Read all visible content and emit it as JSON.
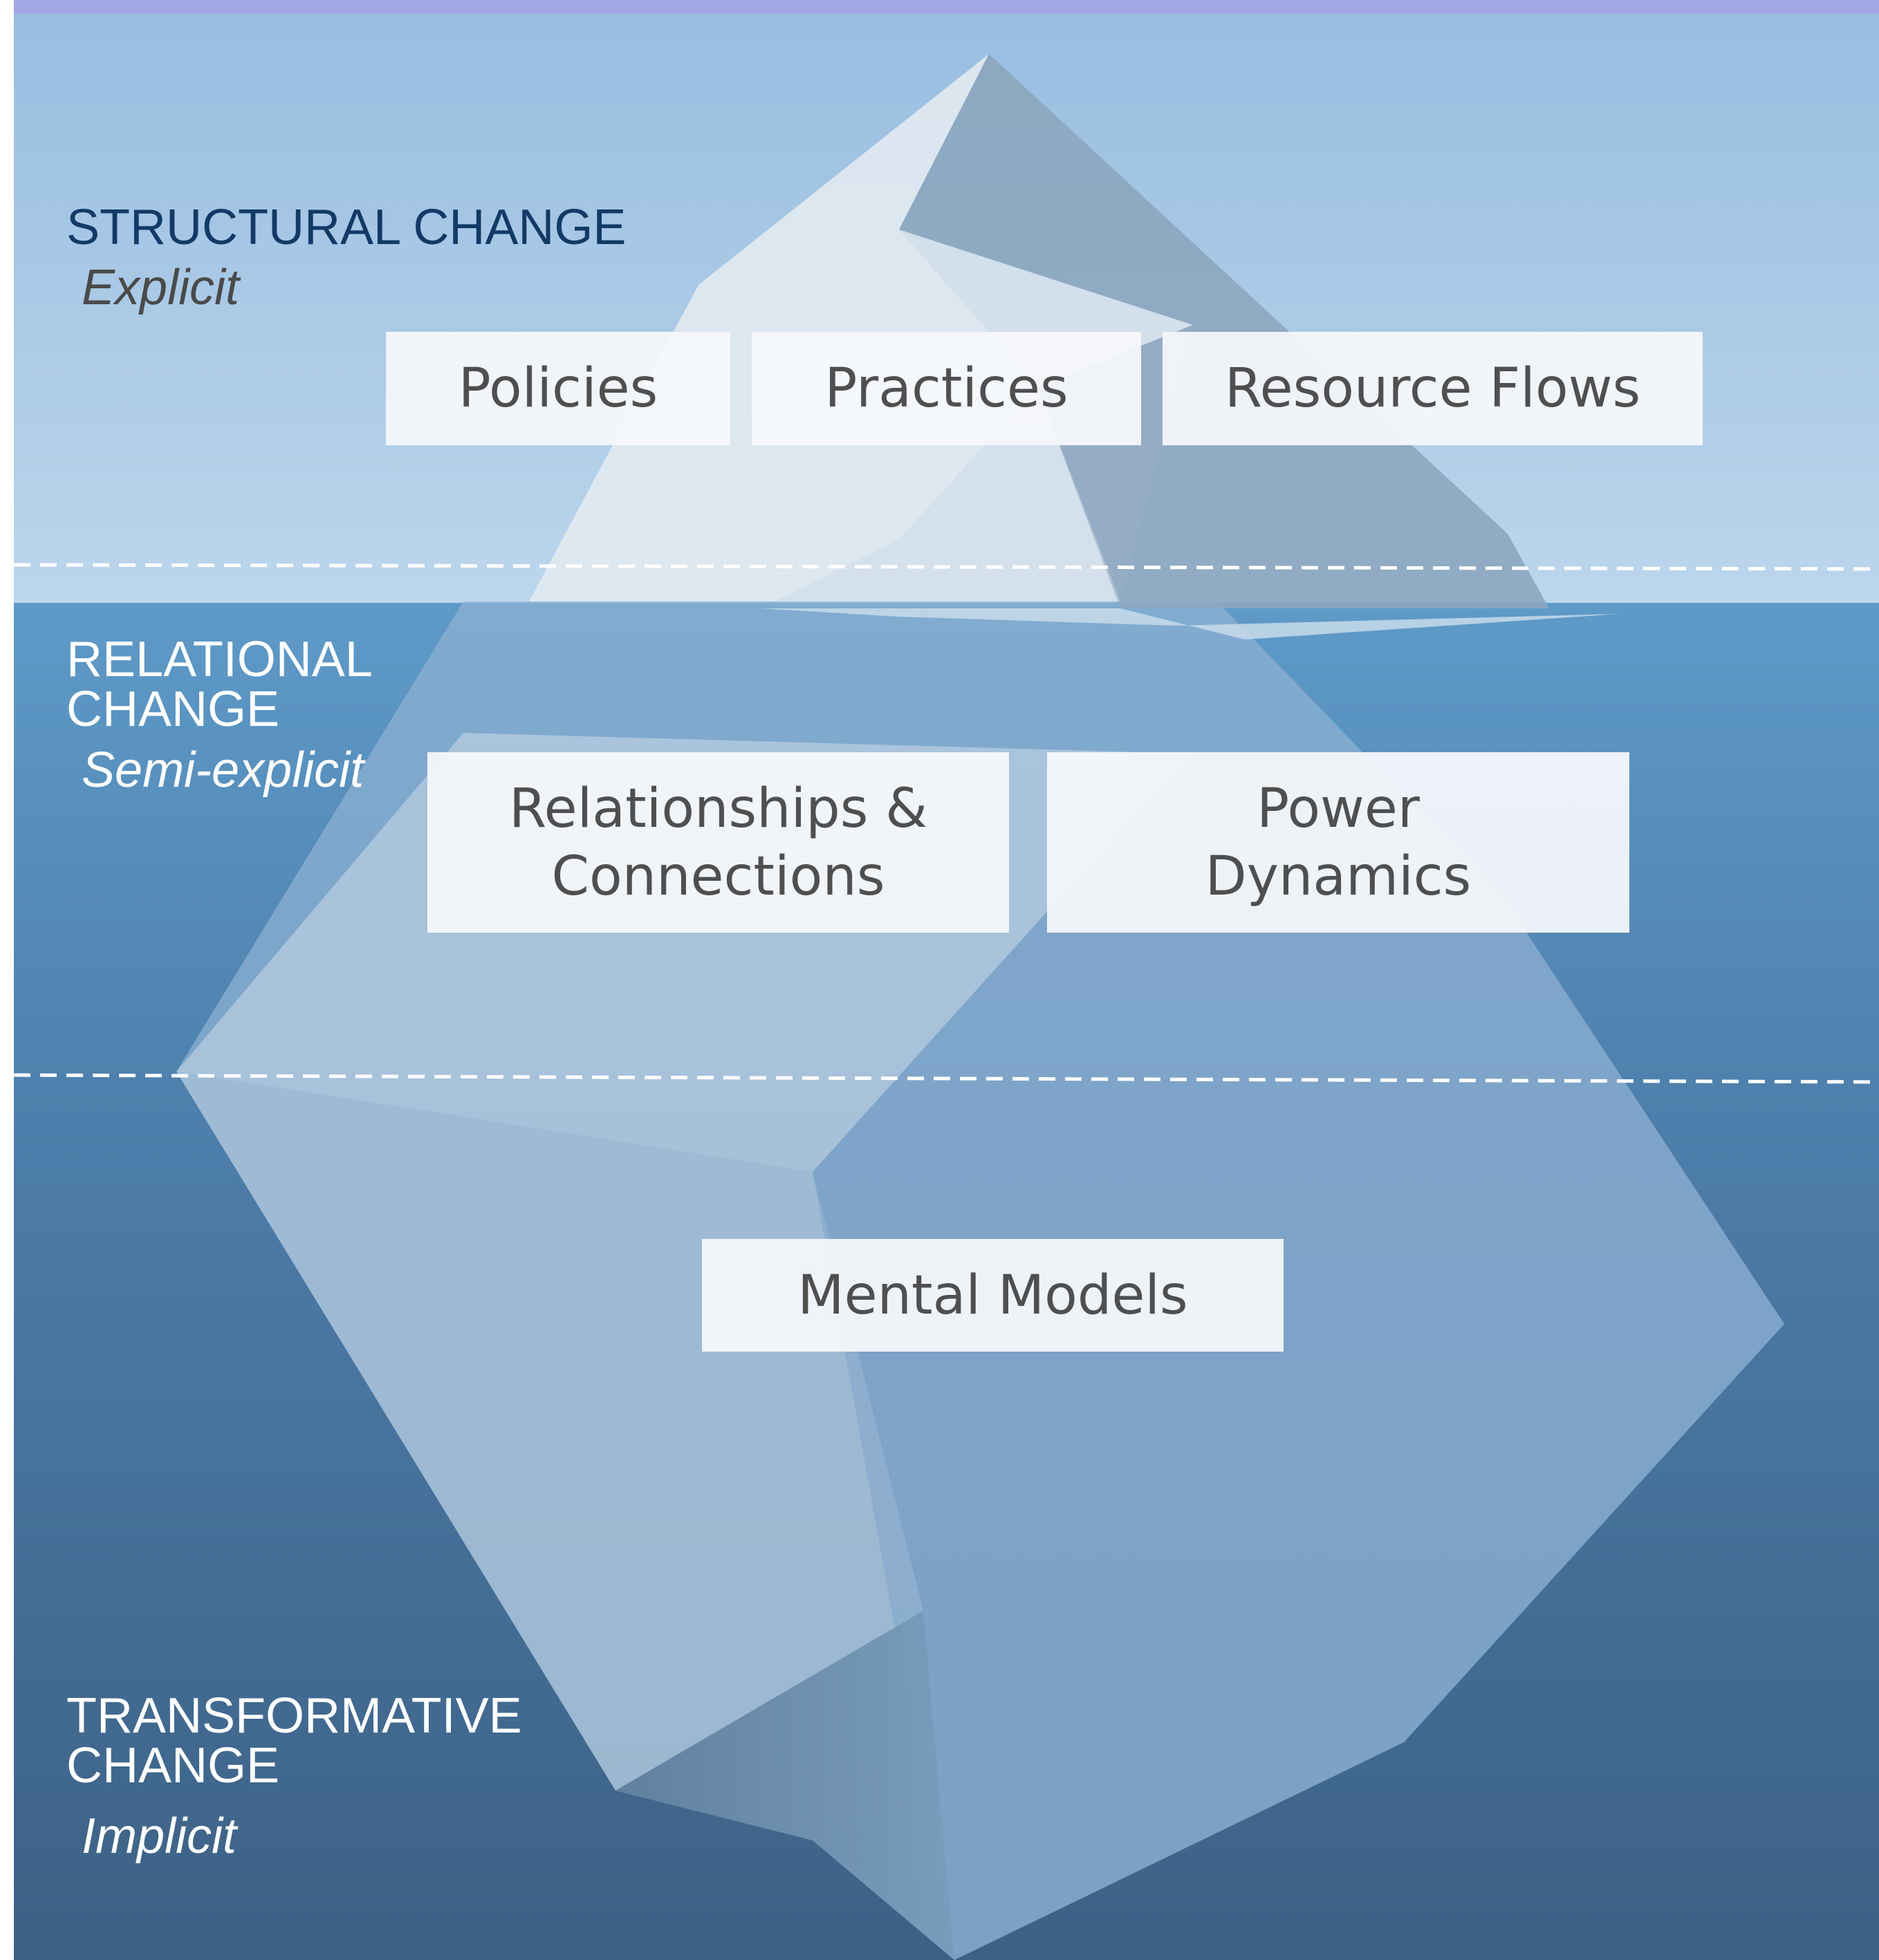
{
  "levels": [
    {
      "title": "STRUCTURAL CHANGE",
      "subtitle": "Explicit",
      "title_color": "#123a66",
      "subtitle_color": "#4a4a4a"
    },
    {
      "title": "RELATIONAL\nCHANGE",
      "subtitle": "Semi-explicit",
      "title_color": "#ffffff",
      "subtitle_color": "#ffffff"
    },
    {
      "title": "TRANSFORMATIVE\nCHANGE",
      "subtitle": "Implicit",
      "title_color": "#ffffff",
      "subtitle_color": "#ffffff"
    }
  ],
  "structural_items": {
    "policies": "Policies",
    "practices": "Practices",
    "resource_flows": "Resource Flows"
  },
  "relational_items": {
    "relationships": "Relationships &\nConnections",
    "power": "Power\nDynamics"
  },
  "transformative_items": {
    "mental_models": "Mental Models"
  },
  "colors": {
    "top_band": "#a3a7e6",
    "sky_top": "#97bde0",
    "sky_bottom": "#bcd6ec",
    "water_top": "#5e9ac8",
    "water_bottom": "#3d6185",
    "iceberg_light": "#e2eaf1",
    "iceberg_shadow": "#8ca6bf",
    "divider": "#ffffff"
  }
}
